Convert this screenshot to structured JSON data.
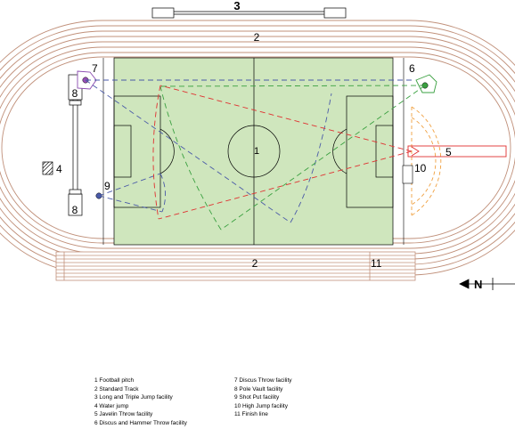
{
  "labels": {
    "n1": "1",
    "n2_top": "2",
    "n2_bottom": "2",
    "n3": "3",
    "n4": "4",
    "n5": "5",
    "n6": "6",
    "n7": "7",
    "n8_top": "8",
    "n8_bottom": "8",
    "n9": "9",
    "n10": "10",
    "n11": "11",
    "north": "N"
  },
  "legend": {
    "left": [
      "1 Football pitch",
      "2 Standard Track",
      "3 Long and Triple Jump facility",
      "4 Water jump",
      "5 Javelin Throw facility",
      "6 Discus and Hammer Throw facility"
    ],
    "right": [
      "7 Discus Throw facility",
      "8 Pole Vault facility",
      "9 Shot Put facility",
      "10 High Jump facility",
      "11 Finish line"
    ]
  },
  "colors": {
    "pitch": "#cfe6bd",
    "track_line": "#c0907a",
    "javelin": "#e03030",
    "discus_hammer": "#3aa040",
    "discus_throw": "#4a5aa8",
    "high_jump": "#f0a040",
    "discus_circle_fill": "#9a50b8"
  }
}
